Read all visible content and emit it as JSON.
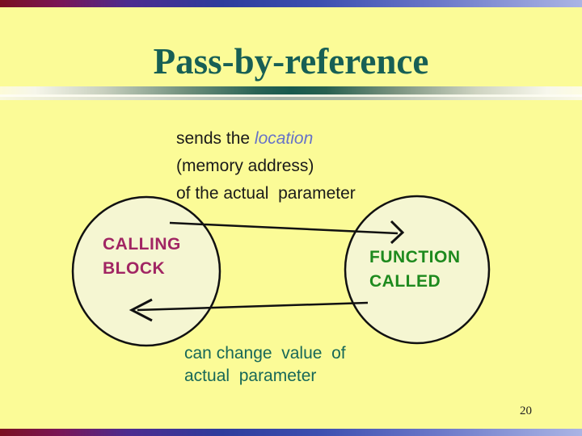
{
  "slide": {
    "title": "Pass-by-reference",
    "description": {
      "line1_prefix": "sends the ",
      "line1_emphasis": "location",
      "line2": "(memory address)",
      "line3": "of the actual  parameter"
    },
    "left_node": {
      "line1": "CALLING",
      "line2": "BLOCK"
    },
    "right_node": {
      "line1": "FUNCTION",
      "line2": "CALLED"
    },
    "bottom_note": {
      "line1": "can change  value  of",
      "line2": "actual  parameter"
    },
    "page_number": "20",
    "colors": {
      "background": "#FBFB97",
      "title": "#175F55",
      "body_text": "#1A1A1A",
      "emphasis_italic": "#6672C8",
      "calling_block_text": "#A12563",
      "function_called_text": "#1E8A1E",
      "bottom_note_text": "#176858",
      "ellipse_fill": "#F5F6D2",
      "ellipse_stroke": "#111111",
      "separator_center": "#175A4D",
      "edge_bar_left": "#7A1020",
      "edge_bar_right": "#AAB4E4"
    }
  }
}
